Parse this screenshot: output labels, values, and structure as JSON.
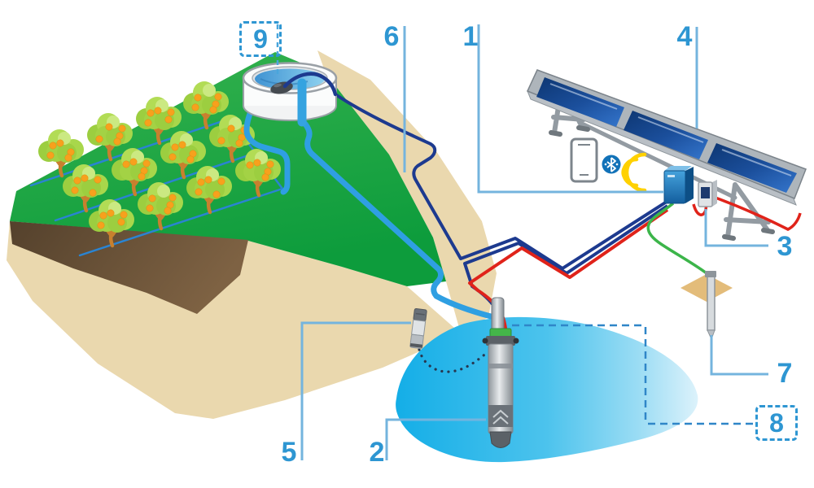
{
  "diagram": {
    "callouts": [
      {
        "number": "1",
        "target": "pump-controller"
      },
      {
        "number": "2",
        "target": "submersible-pump"
      },
      {
        "number": "3",
        "target": "pv-disconnect-switch"
      },
      {
        "number": "4",
        "target": "solar-panel-array"
      },
      {
        "number": "5",
        "target": "well-level-switch"
      },
      {
        "number": "6",
        "target": "water-delivery-pipe"
      },
      {
        "number": "7",
        "target": "grounding-rod"
      },
      {
        "number": "8",
        "target": "water-source-level"
      },
      {
        "number": "9",
        "target": "water-storage-tank"
      }
    ],
    "icons": [
      "smartphone-icon",
      "bluetooth-icon",
      "wireless-signal-icon"
    ],
    "colors": {
      "callout_blue": "#2E96D2",
      "pointer_blue": "#74B4DE",
      "pipe_light_blue": "#2F9FE2",
      "cable_navy": "#1D3A8F",
      "wire_red": "#E0231A",
      "wire_green": "#3CB54A",
      "signal_yellow": "#FFD100",
      "pond_blue": "#14AEE7",
      "field_green": "#16A447",
      "sand_tan": "#EAD8AE",
      "soil_brown": "#6B5238",
      "panel_blue": "#16417F"
    }
  }
}
